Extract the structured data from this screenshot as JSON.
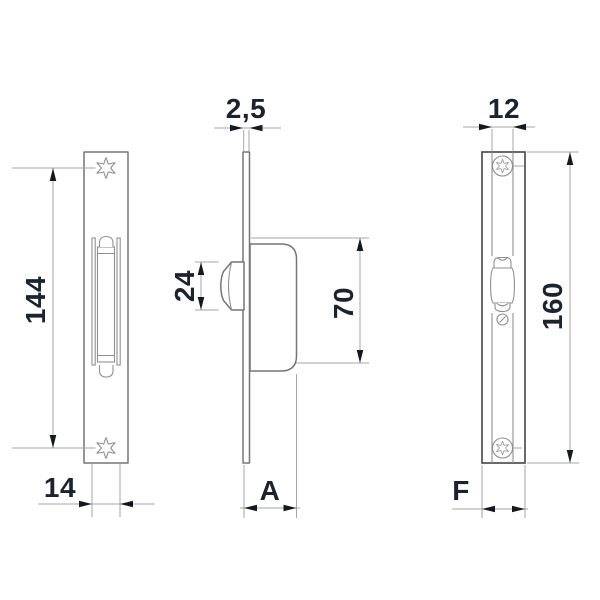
{
  "drawing": {
    "title": "lock-technical-drawing",
    "colors": {
      "background": "#ffffff",
      "geometry_line": "#757575",
      "dark_line": "#4f4f4f",
      "dimension_line": "#a6a6a6",
      "arrow": "#141820",
      "text": "#1c2330"
    },
    "views": {
      "front_view": {
        "screw_spacing": "144",
        "case_width": "14"
      },
      "side_view": {
        "faceplate_thickness": "2,5",
        "latch_height": "24",
        "case_height": "70",
        "case_depth": "A"
      },
      "plate_view": {
        "channel_width": "12",
        "plate_height": "160",
        "plate_width": "F"
      }
    }
  }
}
